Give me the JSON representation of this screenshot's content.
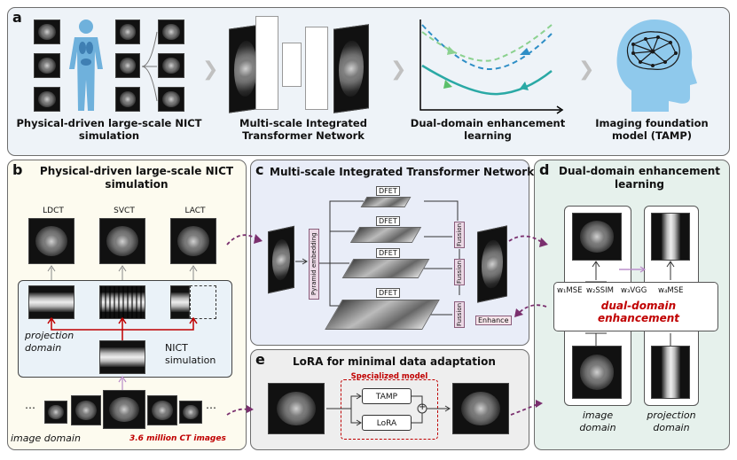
{
  "panel_a": {
    "letter": "a",
    "step1": "Physical-driven large-scale NICT simulation",
    "step2": "Multi-scale Integrated Transformer Network",
    "step3": "Dual-domain enhancement learning",
    "step4": "Imaging foundation model (TAMP)"
  },
  "panel_b": {
    "letter": "b",
    "title": "Physical-driven large-scale NICT simulation",
    "ldct": "LDCT",
    "svct": "SVCT",
    "lact": "LACT",
    "projection_domain": "projection domain",
    "nict_simulation": "NICT simulation",
    "image_domain": "image domain",
    "dots_left": "…",
    "dots_right": "…",
    "count": "3.6 million CT images"
  },
  "panel_c": {
    "letter": "c",
    "title": "Multi-scale Integrated Transformer Network",
    "pyramid": "Pyramid embedding",
    "dfet": "DFET",
    "fussion": "Fussion",
    "enhance": "Enhance"
  },
  "panel_d": {
    "letter": "d",
    "title": "Dual-domain enhancement learning",
    "w1": "w₁MSE",
    "w2": "w₂SSIM",
    "w3": "w₃VGG",
    "w4": "w₄MSE",
    "dual": "dual-domain enhancement",
    "image_domain": "image domain",
    "projection_domain": "projection domain"
  },
  "panel_e": {
    "letter": "e",
    "title": "LoRA for minimal data adaptation",
    "specialized": "Specialized model",
    "tamp": "TAMP",
    "lora": "LoRA",
    "plus": "+"
  },
  "colors": {
    "panel_a_bg": "#eef3f8",
    "panel_b_bg": "#fdfbef",
    "panel_c_bg": "#e9edf8",
    "panel_d_bg": "#e6f1ec",
    "panel_e_bg": "#eeeeee",
    "red": "#c00000",
    "arrow_purple": "#7a2f6e",
    "curve_teal": "#2aa9a5",
    "curve_green": "#5bbf6a",
    "curve_blue": "#2e8ec6",
    "head_blue": "#8fc9ec"
  },
  "icons": [
    "human-body-icon",
    "foundation-model-head-icon",
    "brain-network-icon",
    "chevron-right-icon"
  ]
}
